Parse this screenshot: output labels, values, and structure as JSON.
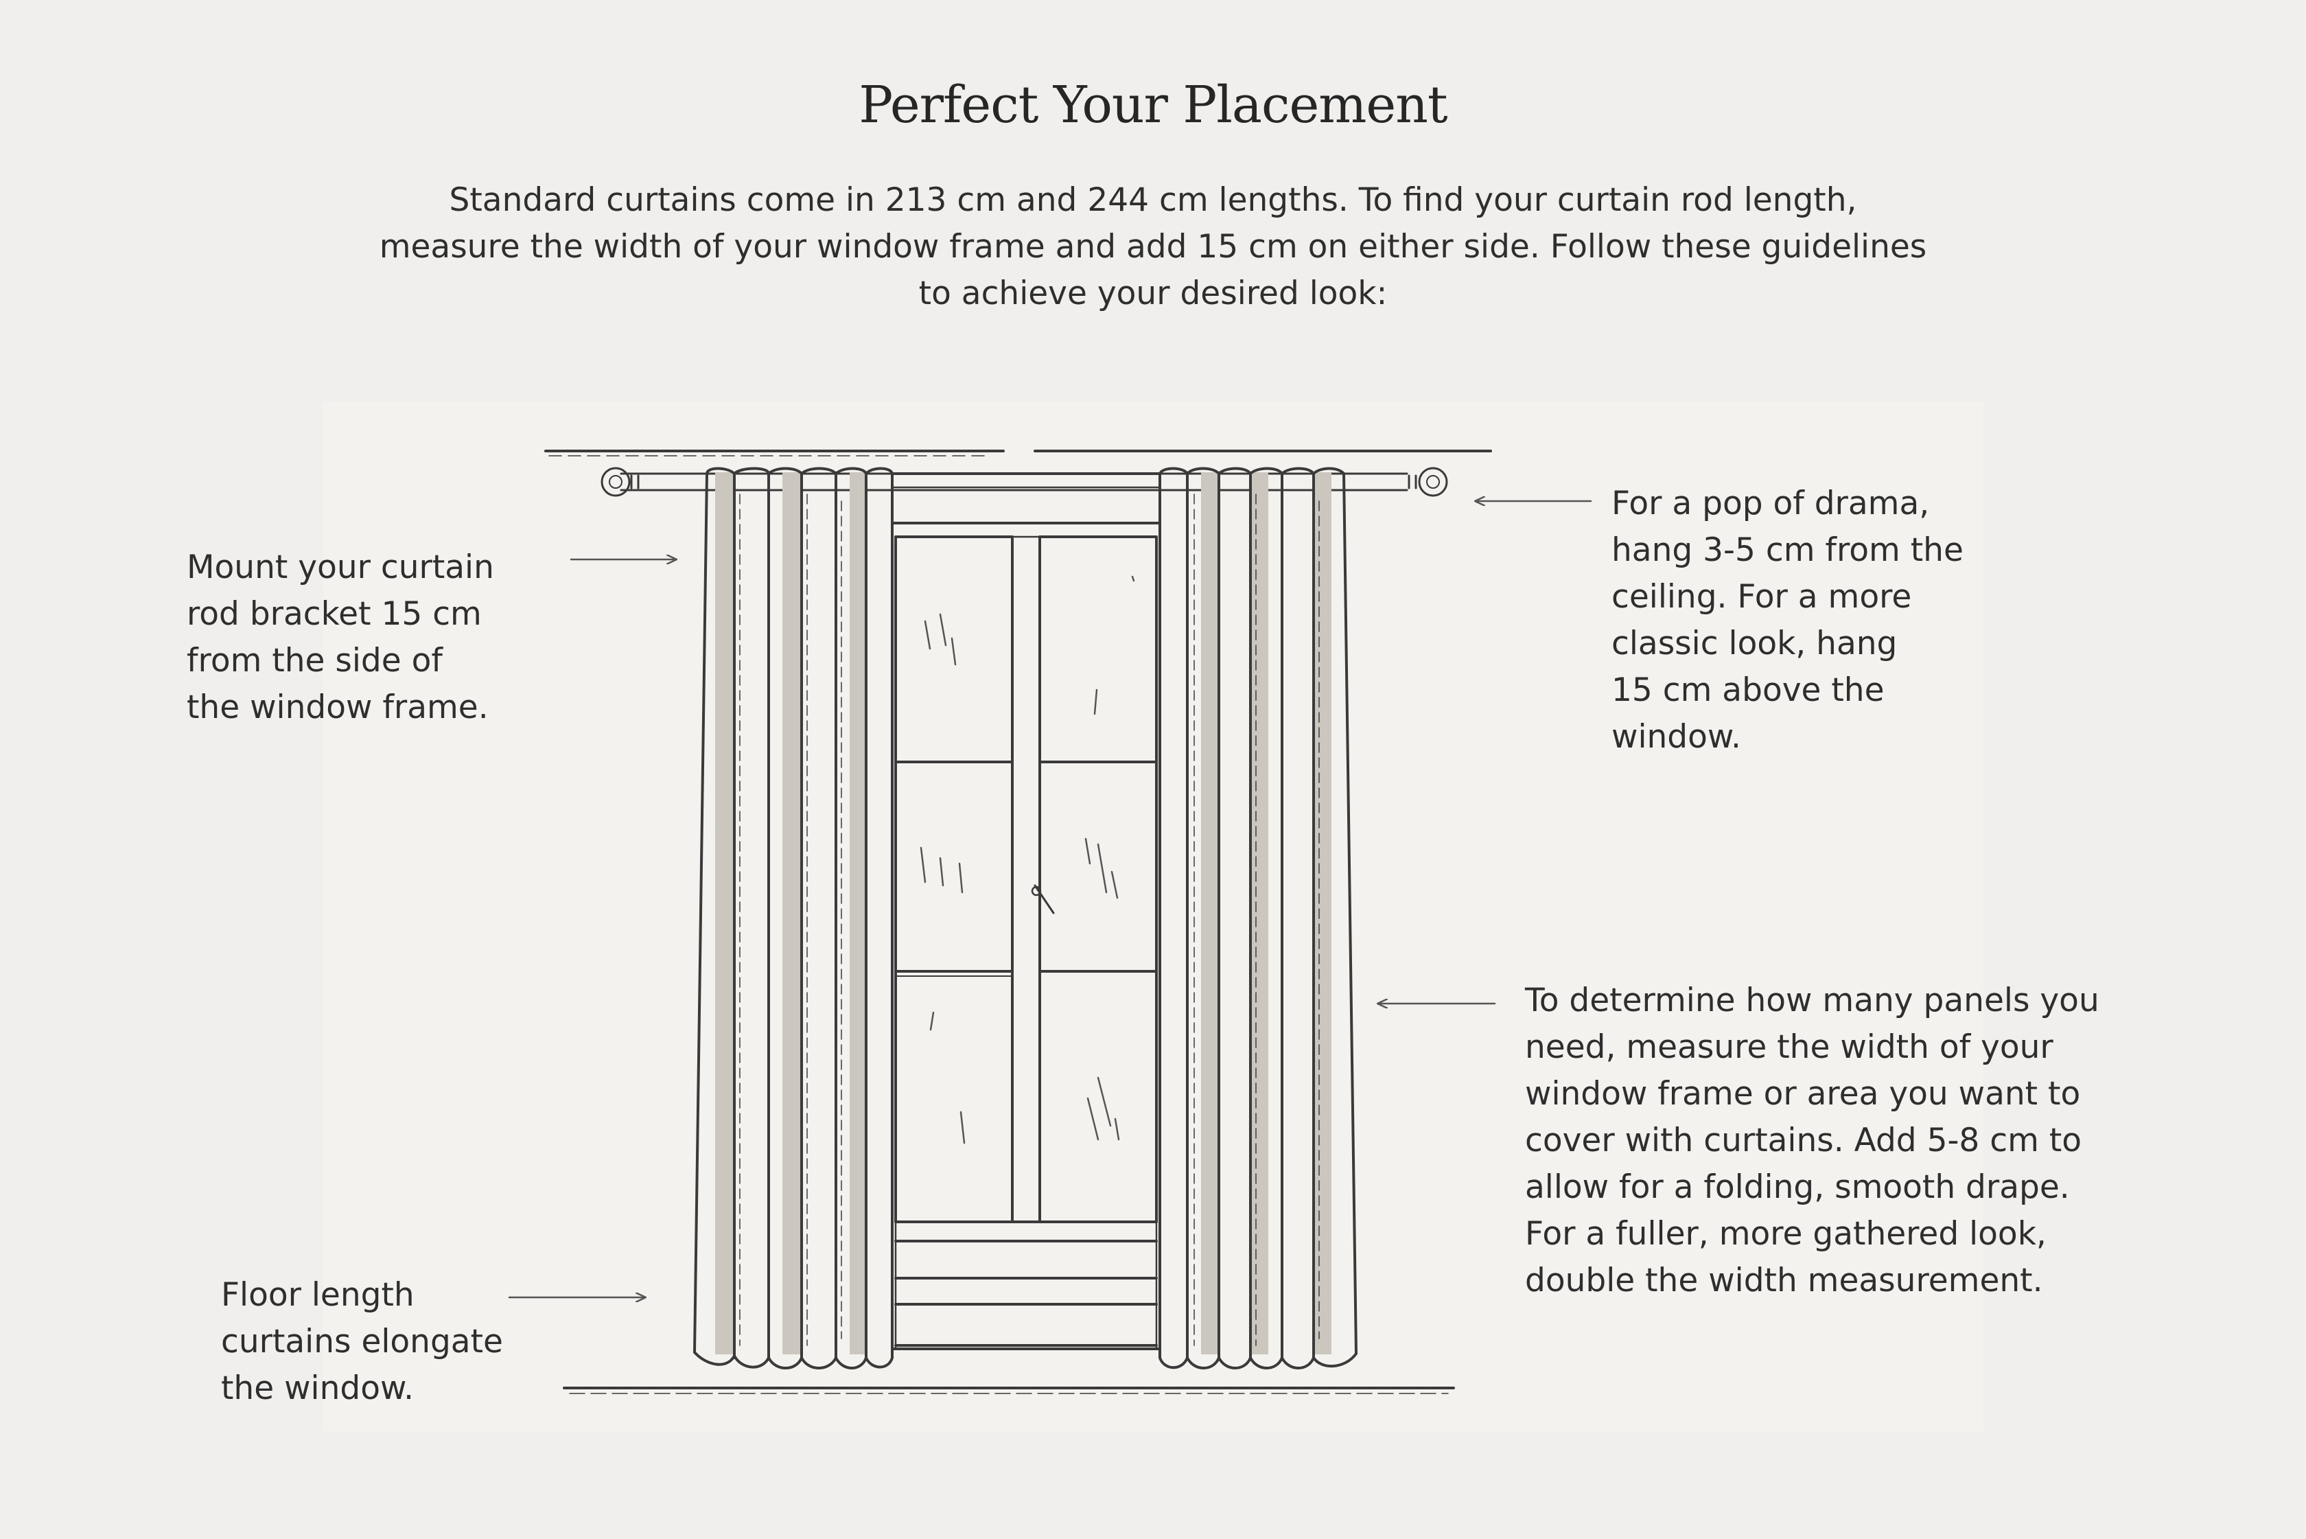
{
  "title": "Perfect Your Placement",
  "intro": [
    "Standard curtains come in 213 cm and 244 cm lengths. To find your curtain rod length,",
    "measure the width of your window frame and add 15 cm on either side. Follow these guidelines",
    "to achieve your desired look:"
  ],
  "notes": {
    "bracket": [
      "Mount your curtain",
      "rod bracket 15 cm",
      "from the side of",
      "the window frame."
    ],
    "floor": [
      "Floor length",
      "curtains elongate",
      "the window."
    ],
    "drama": [
      "For a pop of drama,",
      "hang 3-5 cm from the",
      "ceiling. For a more",
      "classic look, hang",
      "15 cm above the",
      "window."
    ],
    "panels": [
      "To determine how many panels you",
      "need, measure the width of your",
      "window frame or area you want to",
      "cover with curtains. Add 5-8 cm to",
      "allow for a folding, smooth drape.",
      "For a fuller, more gathered look,",
      "double the width measurement."
    ]
  },
  "colors": {
    "background": "#f0efed",
    "panel": "#f4f2ef",
    "ink": "#3a3a3a",
    "curtain_shadow": "#cbc6be"
  }
}
